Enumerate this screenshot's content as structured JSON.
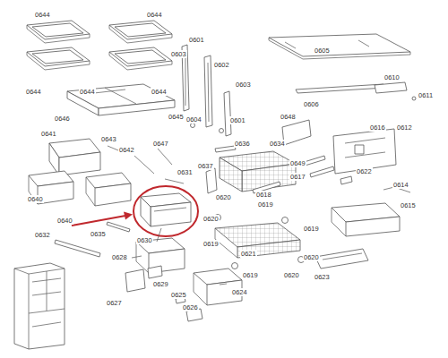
{
  "diagram": {
    "labels": [
      "0644",
      "0644",
      "0601",
      "0603",
      "0605",
      "0602",
      "0610",
      "0611",
      "0603",
      "0644",
      "0644",
      "0644",
      "0606",
      "0646",
      "0645",
      "0604",
      "0601",
      "0648",
      "0616",
      "0612",
      "0641",
      "0643",
      "0647",
      "0636",
      "0634",
      "0642",
      "0649",
      "0637",
      "0631",
      "0622",
      "0617",
      "0614",
      "0618",
      "0640",
      "0620",
      "0619",
      "0615",
      "0620",
      "0640",
      "0619",
      "0635",
      "0632",
      "0630",
      "0619",
      "0621",
      "0628",
      "0620",
      "0623",
      "0619",
      "0620",
      "0624",
      "0629",
      "0625",
      "0627",
      "0626"
    ]
  }
}
